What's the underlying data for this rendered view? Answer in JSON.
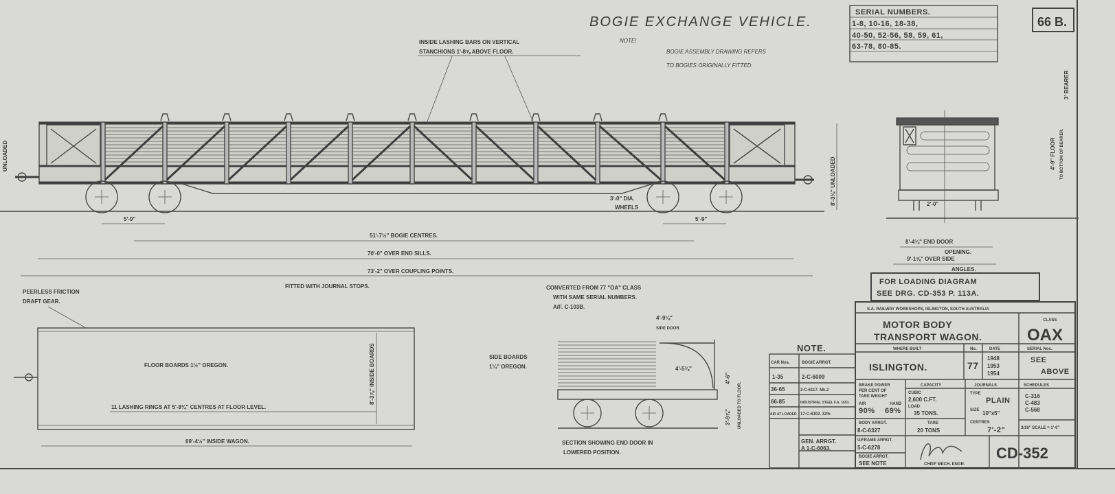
{
  "title": "BOGIE EXCHANGE VEHICLE.",
  "sheet_number": "66 B.",
  "note_label": "NOTE!",
  "note_text": [
    "BOGIE ASSEMBLY DRAWING REFERS",
    "TO BOGIES ORIGINALLY FITTED."
  ],
  "serial_numbers": {
    "header": "SERIAL NUMBERS.",
    "rows": [
      "1-8, 10-16, 18-38,",
      "40-50, 52-56, 58, 59, 61,",
      "63-78, 80-85."
    ]
  },
  "side_view": {
    "lashing_note": [
      "INSIDE LASHING BARS ON VERTICAL",
      "STANCHIONS 1'-8⅝ ABOVE FLOOR."
    ],
    "wheel_note": [
      "3'-0\" DIA.",
      "WHEELS"
    ],
    "wheelbase_left": "5'-9\"",
    "wheelbase_right": "5'-9\"",
    "bogie_centres": "51'-7½\" BOGIE CENTRES.",
    "over_end_sills": "70'-0\" OVER END SILLS.",
    "over_coupling": "73'-2\" OVER COUPLING POINTS.",
    "height_unloaded": "8'-3⅜\" UNLOADED",
    "left_height": "UNLOADED",
    "journal_stops": "FITTED WITH JOURNAL STOPS."
  },
  "end_view": {
    "bearer": "3' BEARER",
    "floor_height": "4'-9\" FLOOR",
    "floor_height_2": "TO BOTTOM OF BEARER.",
    "gauge": "2'-0\"",
    "end_door": "8'-4¼\" END DOOR",
    "end_door_2": "OPENING.",
    "side_angles": "9'-1⅝\" OVER SIDE",
    "side_angles_2": "ANGLES."
  },
  "plan_view": {
    "draft_gear": [
      "PEERLESS FRICTION",
      "DRAFT GEAR."
    ],
    "floor_boards": "FLOOR BOARDS 1½\" OREGON.",
    "lashing_rings": "11 LASHING RINGS AT 5'-8¾\" CENTRES AT FLOOR LEVEL.",
    "inside_boards": "8'-3⅞\" INSIDE BOARDS",
    "inside_wagon": "69'-4½\" INSIDE WAGON."
  },
  "section_view": {
    "converted": [
      "CONVERTED FROM 77 \"OA\" CLASS",
      "WITH SAME SERIAL NUMBERS.",
      "A/F. C-103B."
    ],
    "side_boards": [
      "SIDE BOARDS",
      "1¼\" OREGON."
    ],
    "side_door": "4'-9¼\"",
    "side_door_2": "SIDE DOOR.",
    "radius": "4'-5⅛\"",
    "height": "4'-6\"",
    "floor_height": "3'-9⅞\"",
    "unloaded_floor": "UNLOADED TO FLOOR.",
    "caption": [
      "SECTION SHOWING END DOOR IN",
      "LOWERED POSITION."
    ]
  },
  "loading_diagram": [
    "FOR LOADING DIAGRAM",
    "SEE DRG. CD-353 P. 113A."
  ],
  "title_block": {
    "works": "S.A. RAILWAY WORKSHOPS, ISLINGTON, SOUTH AUSTRALIA",
    "name": [
      "MOTOR BODY",
      "TRANSPORT WAGON."
    ],
    "class_label": "CLASS",
    "class": "OAX",
    "where_built_label": "WHERE BUILT",
    "where_built": "ISLINGTON.",
    "no_label": "No.",
    "no": "77",
    "date_label": "DATE",
    "dates": [
      "1948",
      "1953",
      "1954"
    ],
    "serial_label": "SERIAL Nos.",
    "serial": [
      "SEE",
      "ABOVE"
    ],
    "brake_label": [
      "BRAKE POWER",
      "PER CENT OF",
      "TARE WEIGHT"
    ],
    "air_label": "AIR",
    "air": "90%",
    "hand_label": "HAND",
    "hand": "69%",
    "capacity_label": "CAPACITY",
    "cubic_label": "CUBIC",
    "cubic": "2,600 C.FT.",
    "load_label": "LOAD",
    "load": "35 TONS.",
    "journals_label": "JOURNALS",
    "type_label": "TYPE",
    "type": "PLAIN",
    "size_label": "SIZE",
    "size": "10\"x5\"",
    "centres_label": "CENTRES",
    "centres": "7'-2\"",
    "schedules_label": "SCHEDULES",
    "schedules": [
      "C-316",
      "C-483",
      "C-568"
    ],
    "scale": "3/16\" SCALE = 1'-0\"",
    "body_arrgt_label": "BODY ARRGT.",
    "body_arrgt": "8-C-6327",
    "tare_label": "TARE",
    "tare": "20 TONS",
    "uframe_label": "U/FRAME ARRGT.",
    "uframe": "5-C-6278",
    "bogie_label": "BOGIE ARRGT.",
    "bogie": "SEE NOTE",
    "gen_arrgt": [
      "GEN. ARRGT.",
      "A 1-C-6063."
    ],
    "signature_title": "CHIEF MECH. ENGR.",
    "drawing_no": "CD-352"
  },
  "note_table": {
    "title": "NOTE.",
    "headers": [
      "CAR Nos.",
      "BOGIE ARRGT."
    ],
    "rows": [
      [
        "1-35",
        "2-C-6009"
      ],
      [
        "36-65",
        "2-C-6117. Mk.2"
      ],
      [
        "66-85",
        "INDUSTRIAL STEEL F.A. 1653."
      ],
      [
        "AIR AT LOADED",
        "17-C-6302. 32%"
      ]
    ]
  }
}
